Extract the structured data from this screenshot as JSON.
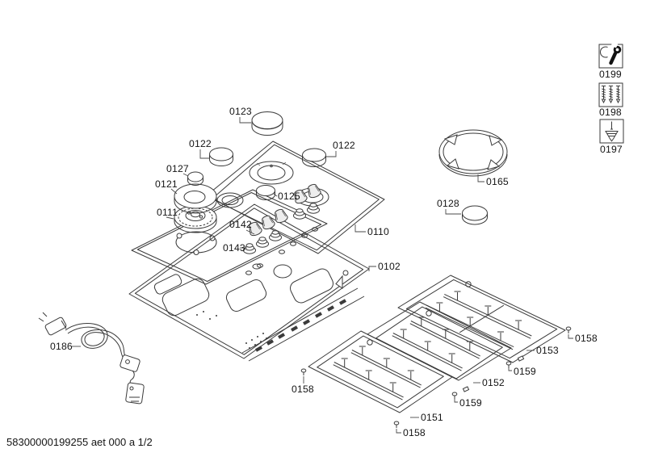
{
  "page": {
    "background": "#ffffff",
    "line_color": "#3a3a3a",
    "label_color": "#141414"
  },
  "footer": {
    "document_code": "58300000199255 aet 000 a 1/2"
  },
  "tools": [
    {
      "label": "0199",
      "icon": "wrench-icon"
    },
    {
      "label": "0198",
      "icon": "screws-icon"
    },
    {
      "label": "0197",
      "icon": "screwdriver-screw-icon"
    }
  ],
  "labels": {
    "cap_large": "0123",
    "cap_left": "0122",
    "cap_right": "0122",
    "cap_small": "0127",
    "burner_ring": "0121",
    "burner_body": "0111",
    "cap_mid": "0125",
    "knobs": "0142",
    "knob_collars": "0143",
    "cooktop_top": "0110",
    "base_tray": "0102",
    "wok_ring": "0165",
    "disc": "0128",
    "power_cord": "0186",
    "grate_left": "0151",
    "grate_mid": "0152",
    "grate_right": "0153",
    "clip_a": "0158",
    "clip_b": "0158",
    "clip_c": "0158",
    "fastener_a": "0159",
    "fastener_b": "0159"
  }
}
